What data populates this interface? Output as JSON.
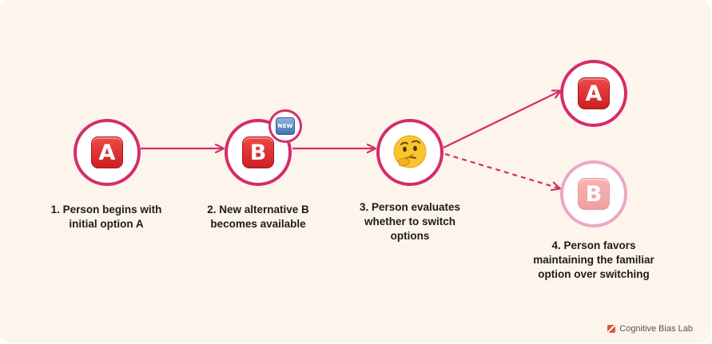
{
  "steps": [
    {
      "node": "A",
      "label": "1. Person begins with\ninitial option A"
    },
    {
      "node": "B",
      "badge": "NEW",
      "label": "2. New alternative B\nbecomes available"
    },
    {
      "node": "thinking-face",
      "label": "3. Person evaluates\nwhether to switch\noptions"
    },
    {
      "outcomes": [
        {
          "node": "A",
          "style": "solid"
        },
        {
          "node": "B",
          "style": "dashed"
        }
      ],
      "label": "4. Person favors\nmaintaining the familiar\noption over switching"
    }
  ],
  "footer": {
    "brand": "Cognitive Bias Lab",
    "icon": "lab-logo-icon"
  },
  "colors": {
    "background": "#fdf4eb",
    "accent": "#d62c6a",
    "accent_faded": "#eaa8c3",
    "tile_red": "#dd2f2f",
    "tile_faded": "#f3a9aa"
  }
}
